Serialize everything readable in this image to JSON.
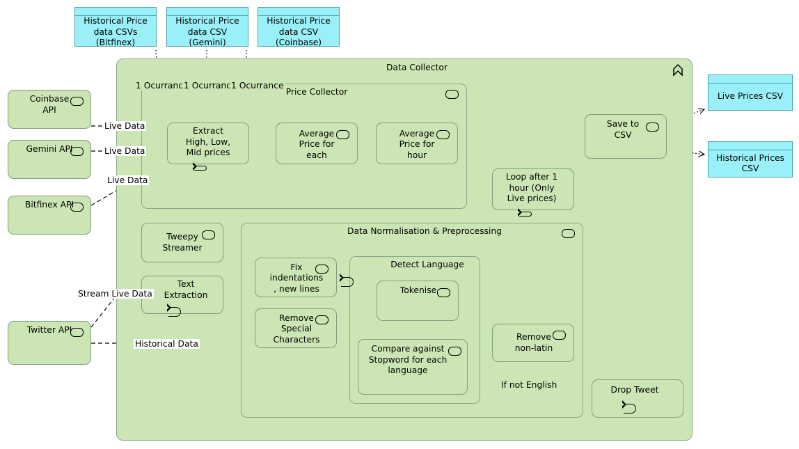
{
  "diagram": {
    "title": "Data Collector"
  },
  "containers": {
    "data_collector": {
      "label": "Data Collector",
      "icon": "grouping-chevron-icon"
    },
    "price_collector": {
      "label": "Price Collector",
      "icon": "process-icon"
    },
    "data_normalisation": {
      "label": "Data Normalisation & Preprocessing",
      "icon": "process-icon"
    },
    "detect_language": {
      "label": "Detect Language",
      "icon": "function-icon"
    }
  },
  "data_objects": {
    "top": [
      {
        "label": "Historical Price\ndata CSVs\n(Bitfinex)",
        "name": "historical-price-csv-bitfinex"
      },
      {
        "label": "Historical Price\ndata CSV\n(Gemini)",
        "name": "historical-price-csv-gemini"
      },
      {
        "label": "Historical Price\ndata CSV\n(Coinbase)",
        "name": "historical-price-csv-coinbase"
      }
    ],
    "right": [
      {
        "label": "Live Prices CSV",
        "name": "live-prices-csv"
      },
      {
        "label": "Historical Prices\nCSV",
        "name": "historical-prices-csv"
      }
    ]
  },
  "sources": [
    {
      "label": "Coinbase\nAPI",
      "icon": "process-icon"
    },
    {
      "label": "Gemini API",
      "icon": "process-icon"
    },
    {
      "label": "Bitfinex API",
      "icon": "process-icon"
    },
    {
      "label": "Twitter API",
      "icon": "process-icon"
    }
  ],
  "nodes": {
    "extract": {
      "label": "Extract\nHigh, Low,\nMid prices",
      "icon": "function-icon"
    },
    "avg_each": {
      "label": "Average\nPrice for\neach",
      "icon": "process-icon"
    },
    "avg_hour": {
      "label": "Average\nPrice for\nhour",
      "icon": "process-icon"
    },
    "save_csv": {
      "label": "Save to CSV",
      "icon": "process-icon"
    },
    "loop": {
      "label": "Loop after 1\nhour (Only\nLive prices)",
      "icon": "function-icon"
    },
    "tweepy": {
      "label": "Tweepy\nStreamer",
      "icon": "process-icon"
    },
    "text_extraction": {
      "label": "Text\nExtraction",
      "icon": "function-icon"
    },
    "fix_indent": {
      "label": "Fix\nindentations\n, new lines",
      "icon": "process-icon"
    },
    "remove_special": {
      "label": "Remove\nSpecial\nCharacters",
      "icon": "process-icon"
    },
    "tokenise": {
      "label": "Tokenise",
      "icon": "process-icon"
    },
    "compare_stopword": {
      "label": "Compare against\nStopword for each\nlanguage",
      "icon": "process-icon"
    },
    "remove_nonlatin": {
      "label": "Remove\nnon-latin",
      "icon": "process-icon"
    },
    "drop_tweet": {
      "label": "Drop Tweet",
      "icon": "function-icon"
    }
  },
  "edge_labels": {
    "occ1": "1 Ocurrance",
    "occ2": "1 Ocurrance",
    "occ3": "1 Ocurrance",
    "live_data_1": "Live Data",
    "live_data_2": "Live Data",
    "live_data_3": "Live Data",
    "stream_live_data": "Stream Live Data",
    "historical_data": "Historical Data",
    "if_not_english": "If not English"
  },
  "colors": {
    "node_fill": "#cbe6b4",
    "node_stroke": "#7f9f7f",
    "data_fill": "#99f0f8",
    "data_stroke": "#4aa0ad",
    "line": "#000000"
  }
}
